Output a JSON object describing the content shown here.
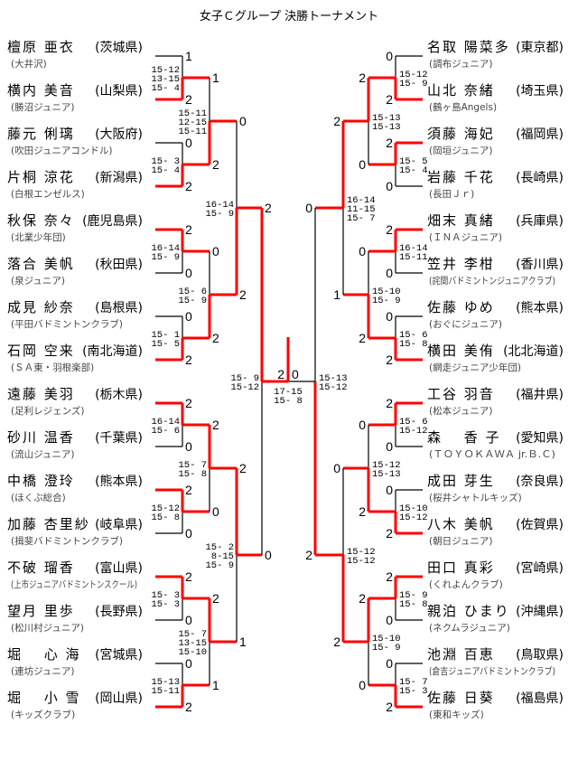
{
  "title": "女子Ｃグループ 決勝トーナメント",
  "colors": {
    "winner_line": "#ff0000",
    "line": "#000000"
  },
  "left": {
    "players": [
      {
        "name": "檀原 亜衣",
        "pref": "(茨城県)",
        "club": "(大井沢)"
      },
      {
        "name": "横内 美音",
        "pref": "(山梨県)",
        "club": "(勝沼ジュニア)"
      },
      {
        "name": "藤元 俐璃",
        "pref": "(大阪府)",
        "club": "(吹田ジュニアコンドル)"
      },
      {
        "name": "片桐 涼花",
        "pref": "(新潟県)",
        "club": "(白根エンゼルス)"
      },
      {
        "name": "秋保 奈々",
        "pref": "(鹿児島県)",
        "club": "(北業少年団)"
      },
      {
        "name": "落合 美帆",
        "pref": "(秋田県)",
        "club": "(泉ジュニア)"
      },
      {
        "name": "成見 紗奈",
        "pref": "(島根県)",
        "club": "(平田バドミントンクラブ)"
      },
      {
        "name": "石岡 空来",
        "pref": "(南北海道)",
        "club": "(ＳＡ東・羽根楽部)"
      },
      {
        "name": "遠藤 美羽",
        "pref": "(栃木県)",
        "club": "(足利レジェンズ)"
      },
      {
        "name": "砂川 温香",
        "pref": "(千葉県)",
        "club": "(流山ジュニア)"
      },
      {
        "name": "中橋 澄玲",
        "pref": "(熊本県)",
        "club": "(ほくぶ総合)"
      },
      {
        "name": "加藤 杏里紗",
        "pref": "(岐阜県)",
        "club": "(揖斐バドミントンクラブ)"
      },
      {
        "name": "不破 瑠香",
        "pref": "(富山県)",
        "club": "(上市ジュニアバドミントンスクール)"
      },
      {
        "name": "望月 里歩",
        "pref": "(長野県)",
        "club": "(松川村ジュニア)"
      },
      {
        "name": "堀　 心 海",
        "pref": "(宮城県)",
        "club": "(連坊ジュニア)"
      },
      {
        "name": "堀　 小 雪",
        "pref": "(岡山県)",
        "club": "(キッズクラブ)"
      }
    ],
    "rounds": [
      [
        {
          "scores": [
            1,
            2
          ],
          "sets": [
            "15-12",
            "13-15",
            "15- 4"
          ]
        },
        {
          "scores": [
            0,
            2
          ],
          "sets": [
            "15- 3",
            "15- 4"
          ]
        },
        {
          "scores": [
            2,
            0
          ],
          "sets": [
            "16-14",
            "15- 9"
          ]
        },
        {
          "scores": [
            0,
            2
          ],
          "sets": [
            "15- 1",
            "15- 5"
          ]
        },
        {
          "scores": [
            2,
            0
          ],
          "sets": [
            "16-14",
            "15- 6"
          ]
        },
        {
          "scores": [
            2,
            0
          ],
          "sets": [
            "15-12",
            "15- 8"
          ]
        },
        {
          "scores": [
            2,
            0
          ],
          "sets": [
            "15- 3",
            "15- 3"
          ]
        },
        {
          "scores": [
            0,
            2
          ],
          "sets": [
            "15-13",
            "15-11"
          ]
        }
      ],
      [
        {
          "scores": [
            1,
            2
          ],
          "sets": [
            "15-11",
            "12-15",
            "15-11"
          ]
        },
        {
          "scores": [
            0,
            2
          ],
          "sets": [
            "15- 6",
            "15- 9"
          ]
        },
        {
          "scores": [
            2,
            0
          ],
          "sets": [
            "15- 7",
            "15- 8"
          ]
        },
        {
          "scores": [
            2,
            1
          ],
          "sets": [
            "15- 7",
            "13-15",
            "15-10"
          ]
        }
      ],
      [
        {
          "scores": [
            0,
            2
          ],
          "sets": [
            "16-14",
            "15- 9"
          ]
        },
        {
          "scores": [
            2,
            1
          ],
          "sets": [
            "15- 2",
            "8-15",
            "15- 9"
          ]
        }
      ],
      [
        {
          "scores": [
            2,
            0
          ],
          "sets": [
            "15- 9",
            "15-12"
          ]
        }
      ]
    ]
  },
  "right": {
    "players": [
      {
        "name": "名取 陽菜多",
        "pref": "(東京都)",
        "club": "(調布ジュニア)"
      },
      {
        "name": "山北 奈緒",
        "pref": "(埼玉県)",
        "club": "(鶴ヶ島Angels)"
      },
      {
        "name": "須藤 海妃",
        "pref": "(福岡県)",
        "club": "(岡垣ジュニア)"
      },
      {
        "name": "岩藤 千花",
        "pref": "(長崎県)",
        "club": "(長田Ｊｒ)"
      },
      {
        "name": "畑末 真緒",
        "pref": "(兵庫県)",
        "club": "(ＩＮＡジュニア)"
      },
      {
        "name": "笠井 李柑",
        "pref": "(香川県)",
        "club": "(詫間バドミントンジュニアクラブ)"
      },
      {
        "name": "佐藤 ゆめ",
        "pref": "(熊本県)",
        "club": "(おぐにジュニア)"
      },
      {
        "name": "横田 美侑",
        "pref": "(北北海道)",
        "club": "(網走ジュニア少年団)"
      },
      {
        "name": "工谷 羽音",
        "pref": "(福井県)",
        "club": "(松本ジュニア)"
      },
      {
        "name": "森　 香 子",
        "pref": "(愛知県)",
        "club": "(ＴＯＹＯＫＡＷＡ jr.Ｂ.Ｃ)"
      },
      {
        "name": "成田 芽生",
        "pref": "(奈良県)",
        "club": "(桜井シャトルキッズ)"
      },
      {
        "name": "八木 美帆",
        "pref": "(佐賀県)",
        "club": "(朝日ジュニア)"
      },
      {
        "name": "田口 真彩",
        "pref": "(宮崎県)",
        "club": "(くれよんクラブ)"
      },
      {
        "name": "親泊 ひまり",
        "pref": "(沖縄県)",
        "club": "(ネクムラジュニア)"
      },
      {
        "name": "池淵 百恵",
        "pref": "(鳥取県)",
        "club": "(倉吉ジュニアバドミントンクラブ)"
      },
      {
        "name": "佐藤 日葵",
        "pref": "(福島県)",
        "club": "(東和キッズ)"
      }
    ],
    "rounds": [
      [
        {
          "scores": [
            0,
            2
          ],
          "sets": [
            "15-12",
            "15- 9"
          ]
        },
        {
          "scores": [
            2,
            0
          ],
          "sets": [
            "15- 5",
            "15- 4"
          ]
        },
        {
          "scores": [
            2,
            0
          ],
          "sets": [
            "16-14",
            "15-11"
          ]
        },
        {
          "scores": [
            0,
            2
          ],
          "sets": [
            "15- 6",
            "15- 8"
          ]
        },
        {
          "scores": [
            2,
            0
          ],
          "sets": [
            "15- 6",
            "15-12"
          ]
        },
        {
          "scores": [
            0,
            2
          ],
          "sets": [
            "15-10",
            "15-12"
          ]
        },
        {
          "scores": [
            2,
            0
          ],
          "sets": [
            "15- 9",
            "15- 8"
          ]
        },
        {
          "scores": [
            0,
            2
          ],
          "sets": [
            "15- 7",
            "15- 3"
          ]
        }
      ],
      [
        {
          "scores": [
            2,
            0
          ],
          "sets": [
            "15-13",
            "15-13"
          ]
        },
        {
          "scores": [
            0,
            2
          ],
          "sets": [
            "15-10",
            "15- 9"
          ]
        },
        {
          "scores": [
            0,
            2
          ],
          "sets": [
            "15-12",
            "15-13"
          ]
        },
        {
          "scores": [
            2,
            0
          ],
          "sets": [
            "15-10",
            "15- 9"
          ]
        }
      ],
      [
        {
          "scores": [
            2,
            1
          ],
          "sets": [
            "16-14",
            "11-15",
            "15- 7"
          ]
        },
        {
          "scores": [
            0,
            2
          ],
          "sets": [
            "15-12",
            "15-12"
          ]
        }
      ],
      [
        {
          "scores": [
            0,
            2
          ],
          "sets": [
            "15-13",
            "15-12"
          ]
        }
      ]
    ]
  },
  "final": {
    "scores": [
      2,
      0
    ],
    "sets": [
      "17-15",
      "15- 8"
    ]
  }
}
